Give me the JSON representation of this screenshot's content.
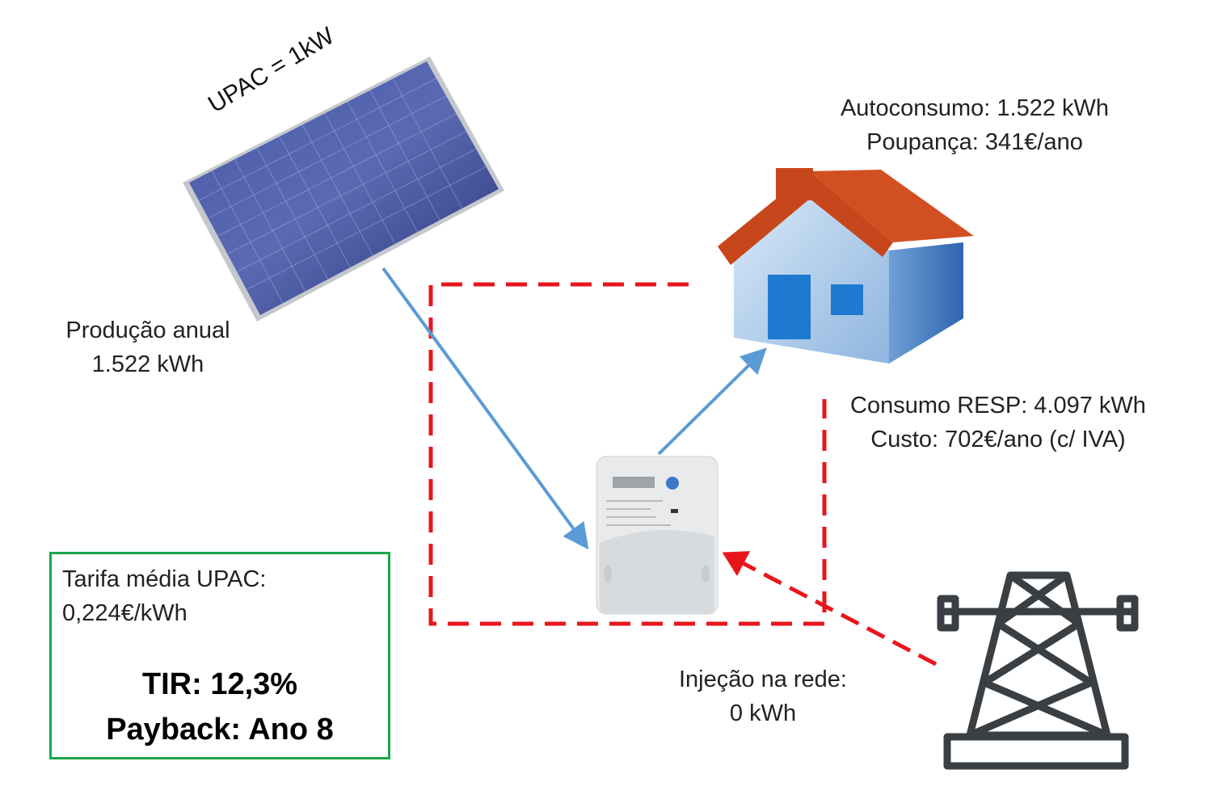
{
  "panel": {
    "label": "UPAC = 1kW"
  },
  "production": {
    "line1": "Produção anual",
    "line2": "1.522 kWh"
  },
  "house": {
    "autoconsumo": "Autoconsumo: 1.522 kWh",
    "poupanca": "Poupança: 341€/ano"
  },
  "consumption": {
    "line1": "Consumo RESP: 4.097 kWh",
    "line2": "Custo: 702€/ano (c/ IVA)"
  },
  "injection": {
    "line1": "Injeção na rede:",
    "line2": "0 kWh"
  },
  "summary": {
    "tariff_label": "Tarifa média UPAC:",
    "tariff_value": "0,224€/kWh",
    "tir": "TIR: 12,3%",
    "payback": "Payback: Ano 8"
  },
  "colors": {
    "flow_arrow": "#5b9bd5",
    "grid_dashed": "#e8161c",
    "box_border": "#1aa64a",
    "roof": "#c8461b",
    "tower": "#3a3f44"
  }
}
